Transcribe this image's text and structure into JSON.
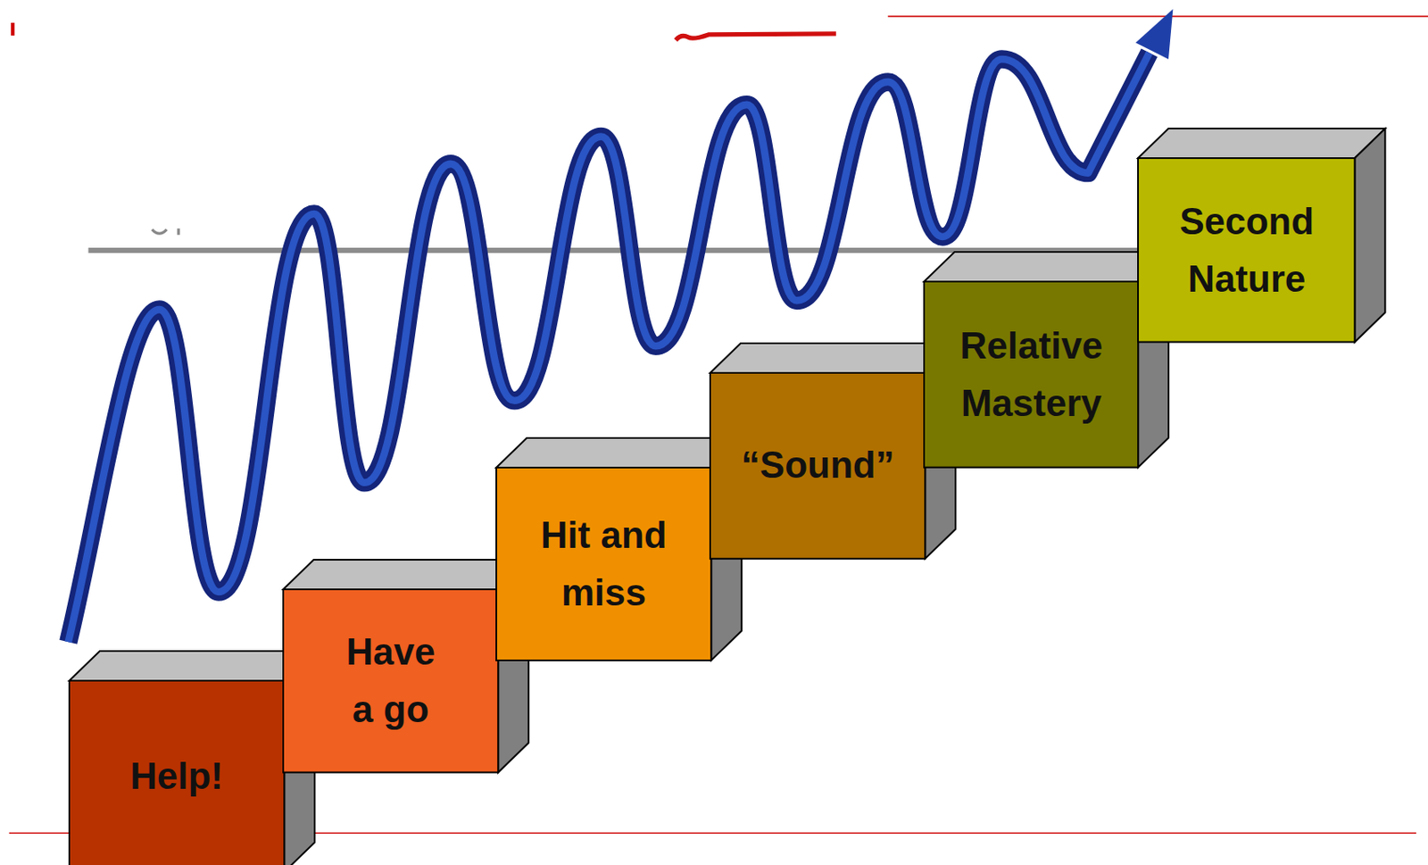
{
  "diagram": {
    "nodes": [
      {
        "text": [
          "Help!"
        ]
      },
      {
        "text": [
          "Have a go"
        ]
      },
      {
        "text": [
          "Hit and miss"
        ]
      },
      {
        "text": [
          "“Sound”"
        ]
      },
      {
        "text": [
          "Relative Mastery"
        ]
      },
      {
        "text": [
          "Second Nature"
        ]
      }
    ]
  }
}
